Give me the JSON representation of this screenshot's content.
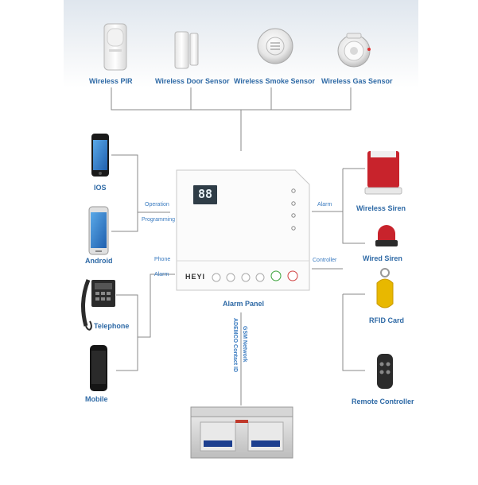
{
  "sensors": {
    "pir": "Wireless PIR",
    "door": "Wireless Door Sensor",
    "smoke": "Wireless Smoke Sensor",
    "gas": "Wireless Gas Sensor"
  },
  "devices": {
    "ios": "IOS",
    "android": "Android",
    "telephone": "Telephone",
    "mobile": "Mobile"
  },
  "connectors": {
    "operation": "Operation",
    "programming": "Programming",
    "phone": "Phone",
    "alarm_left": "Alarm",
    "alarm_right": "Alarm",
    "controller": "Controller"
  },
  "panel": {
    "caption": "Alarm Panel",
    "display": "88",
    "brand": "HEYI"
  },
  "outputs": {
    "wireless_siren": "Wireless Siren",
    "wired_siren": "Wired Siren",
    "rfid": "RFID Card",
    "remote": "Remote Controller"
  },
  "network": {
    "gsm": "GSM Network",
    "ademco": "ADEMCO Contact ID"
  },
  "colors": {
    "label": "#2f6aa6",
    "line": "#8a8a8a",
    "siren_red": "#c8232c",
    "fob_yellow": "#e8b800",
    "rack_display": "#1d3f8f"
  }
}
